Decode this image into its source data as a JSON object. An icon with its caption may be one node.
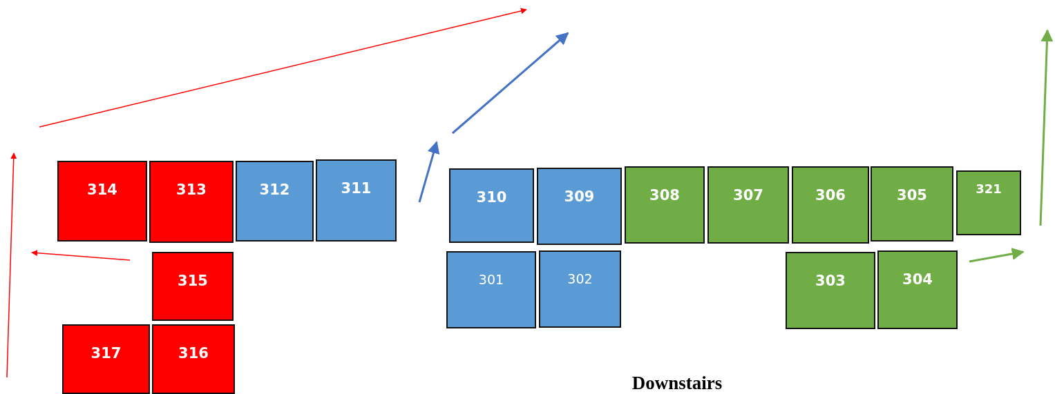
{
  "diagram": {
    "nodes": [
      {
        "text": [
          "314"
        ]
      },
      {
        "text": [
          "313"
        ]
      },
      {
        "text": [
          "312"
        ]
      },
      {
        "text": [
          "311"
        ]
      },
      {
        "text": [
          "310"
        ]
      },
      {
        "text": [
          "309"
        ]
      },
      {
        "text": [
          "308"
        ]
      },
      {
        "text": [
          "307"
        ]
      },
      {
        "text": [
          "306"
        ]
      },
      {
        "text": [
          "305"
        ]
      },
      {
        "text": [
          "321"
        ]
      },
      {
        "text": [
          "315"
        ]
      },
      {
        "text": [
          "301"
        ]
      },
      {
        "text": [
          "302"
        ]
      },
      {
        "text": [
          "303"
        ]
      },
      {
        "text": [
          "304"
        ]
      },
      {
        "text": [
          "317"
        ]
      },
      {
        "text": [
          "316"
        ]
      }
    ],
    "edges": [],
    "labels": [
      "Downstairs"
    ]
  }
}
